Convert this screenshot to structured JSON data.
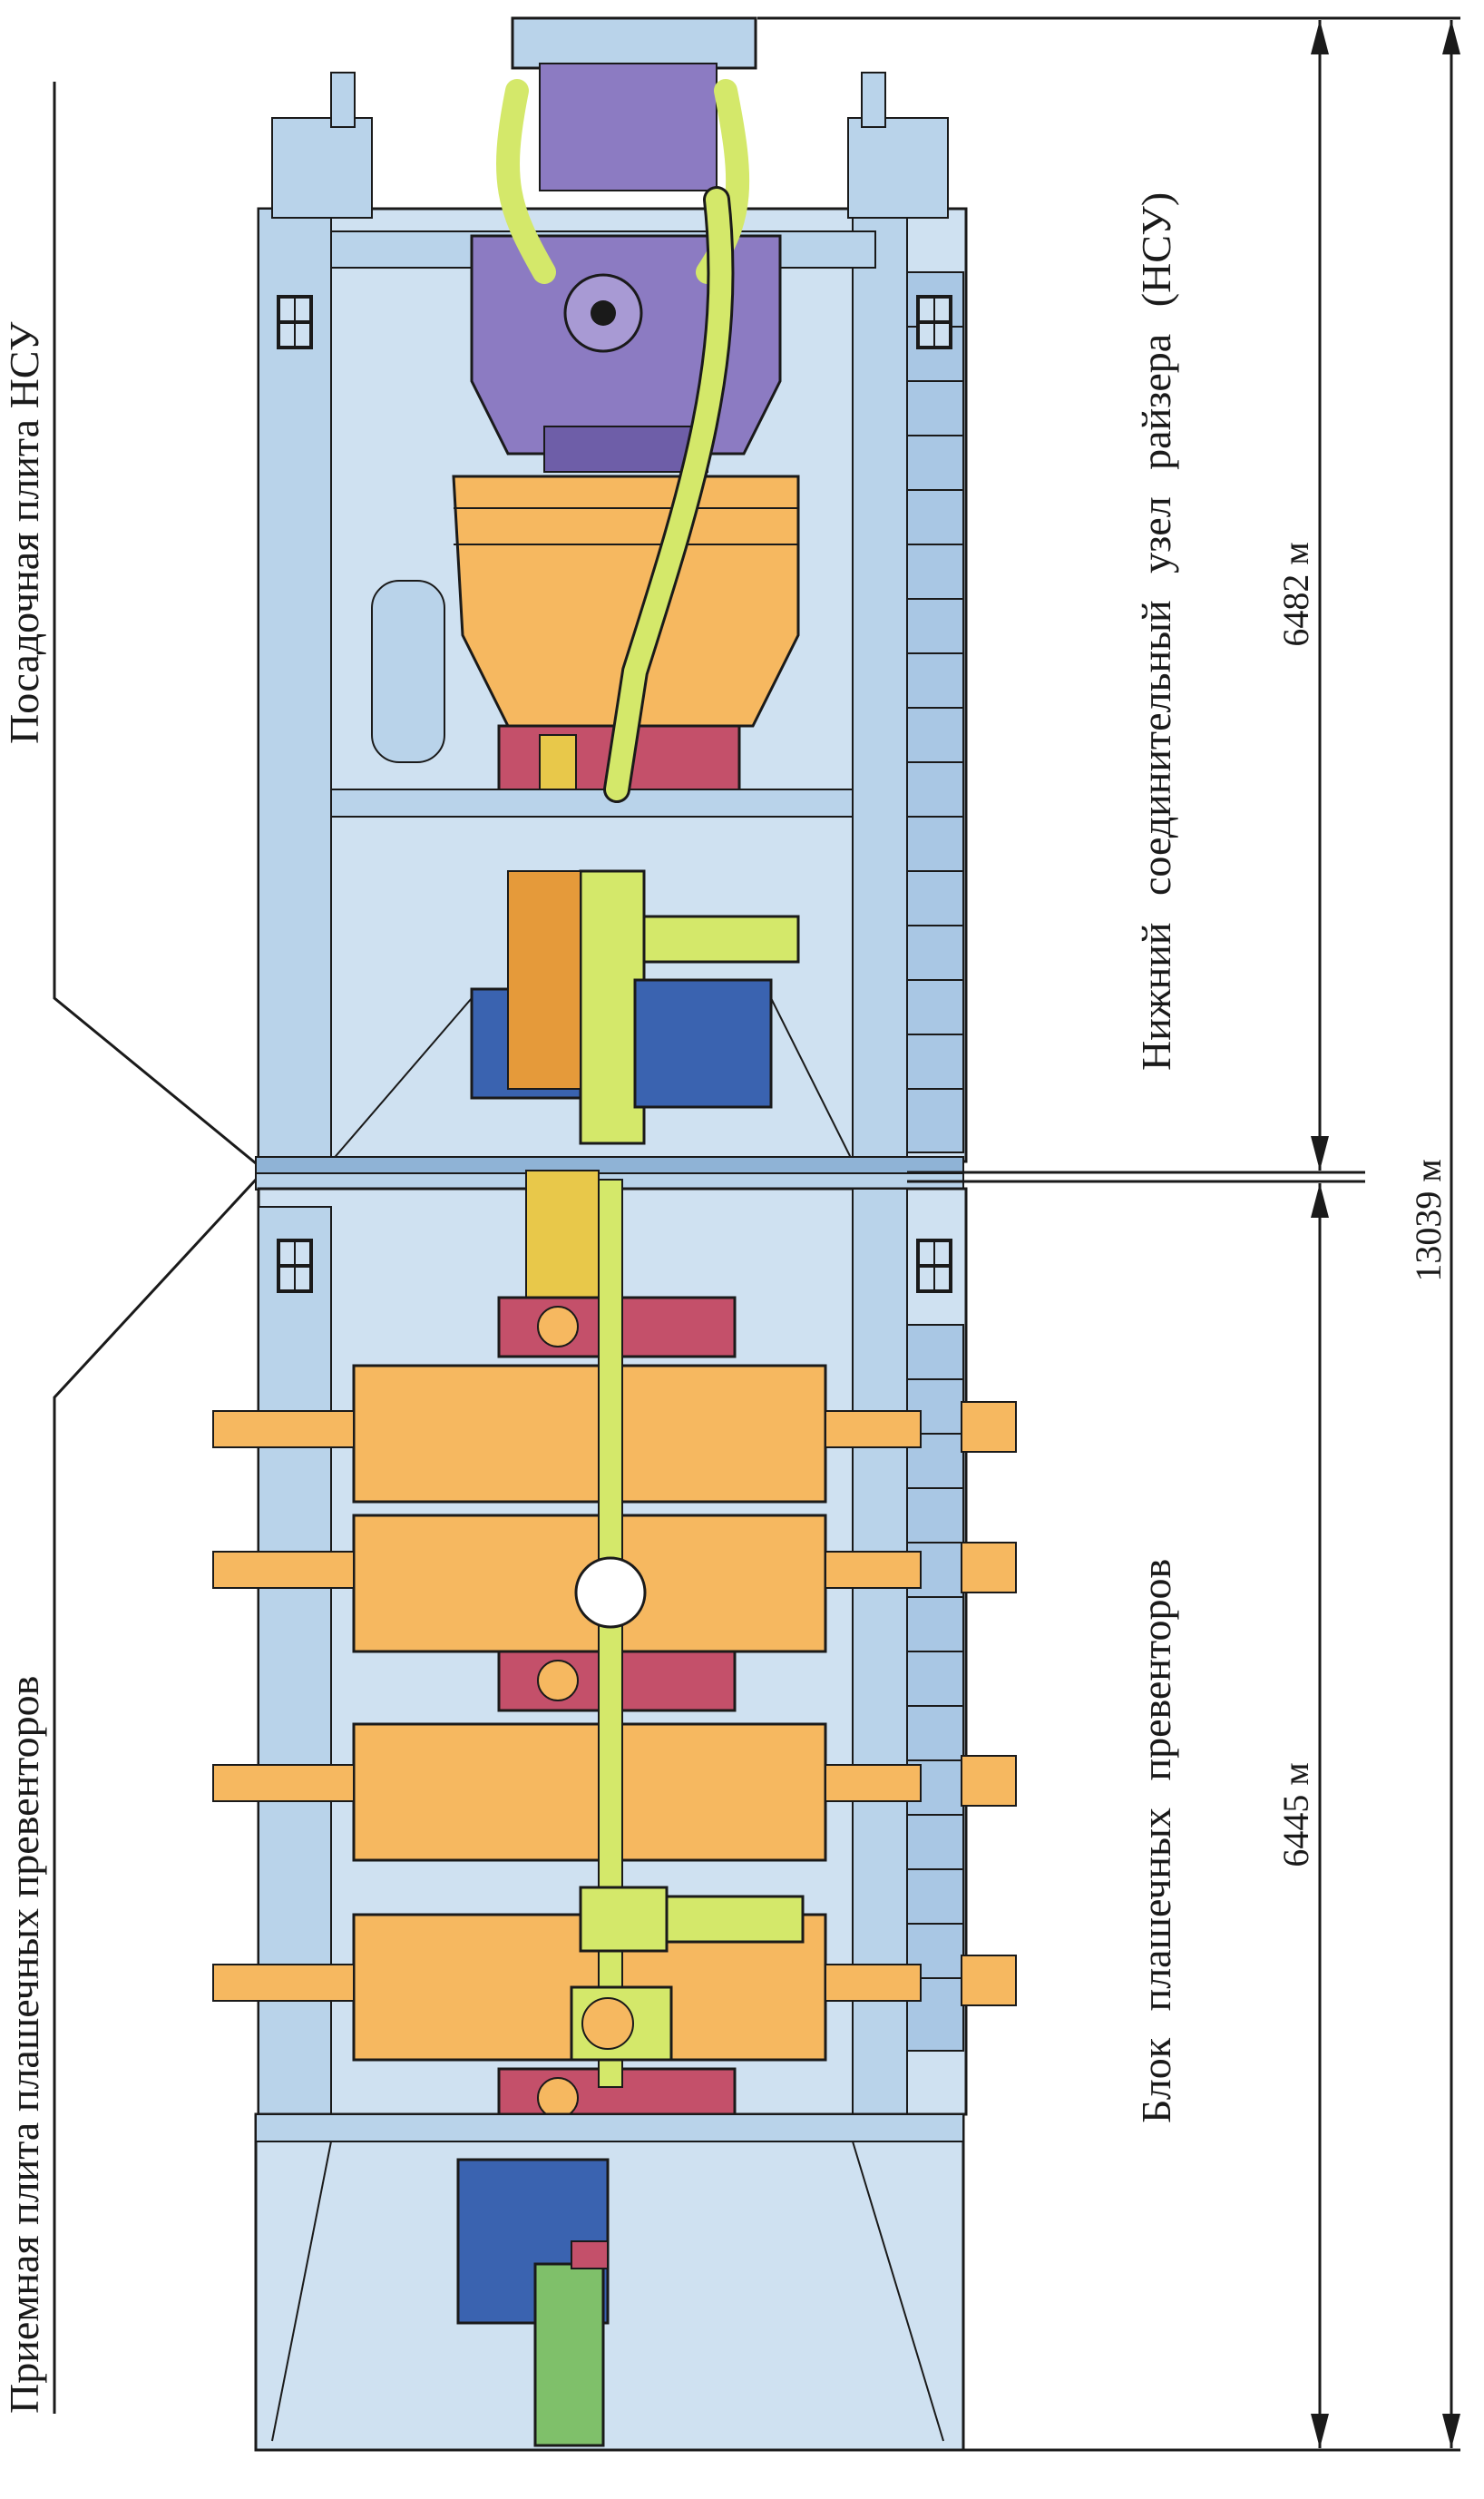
{
  "labels": {
    "landing_plate": "Посадочная плита НСУ",
    "receiving_plate": "Приемная плита плашечных превенторов",
    "lower_assembly": "Нижний соединительный узел райзера (НСУ)",
    "bop_block": "Блок плашечных превенторов"
  },
  "dimensions": {
    "upper": "6482 м",
    "lower": "6445 м",
    "total": "13039 м"
  },
  "colors": {
    "frame": "#b9d3ea",
    "frame_dark": "#8fb3d6",
    "preventer": "#f6b860",
    "preventer_dark": "#e59a3a",
    "pipe": "#d4e86a",
    "pipe_dark": "#b3cc44",
    "connector": "#8c7bc2",
    "clamp": "#c4506a",
    "valve_block": "#3a63b0",
    "seal": "#e8c84a",
    "bottom_pipe": "#7fc06a",
    "line": "#1a1a1a"
  }
}
